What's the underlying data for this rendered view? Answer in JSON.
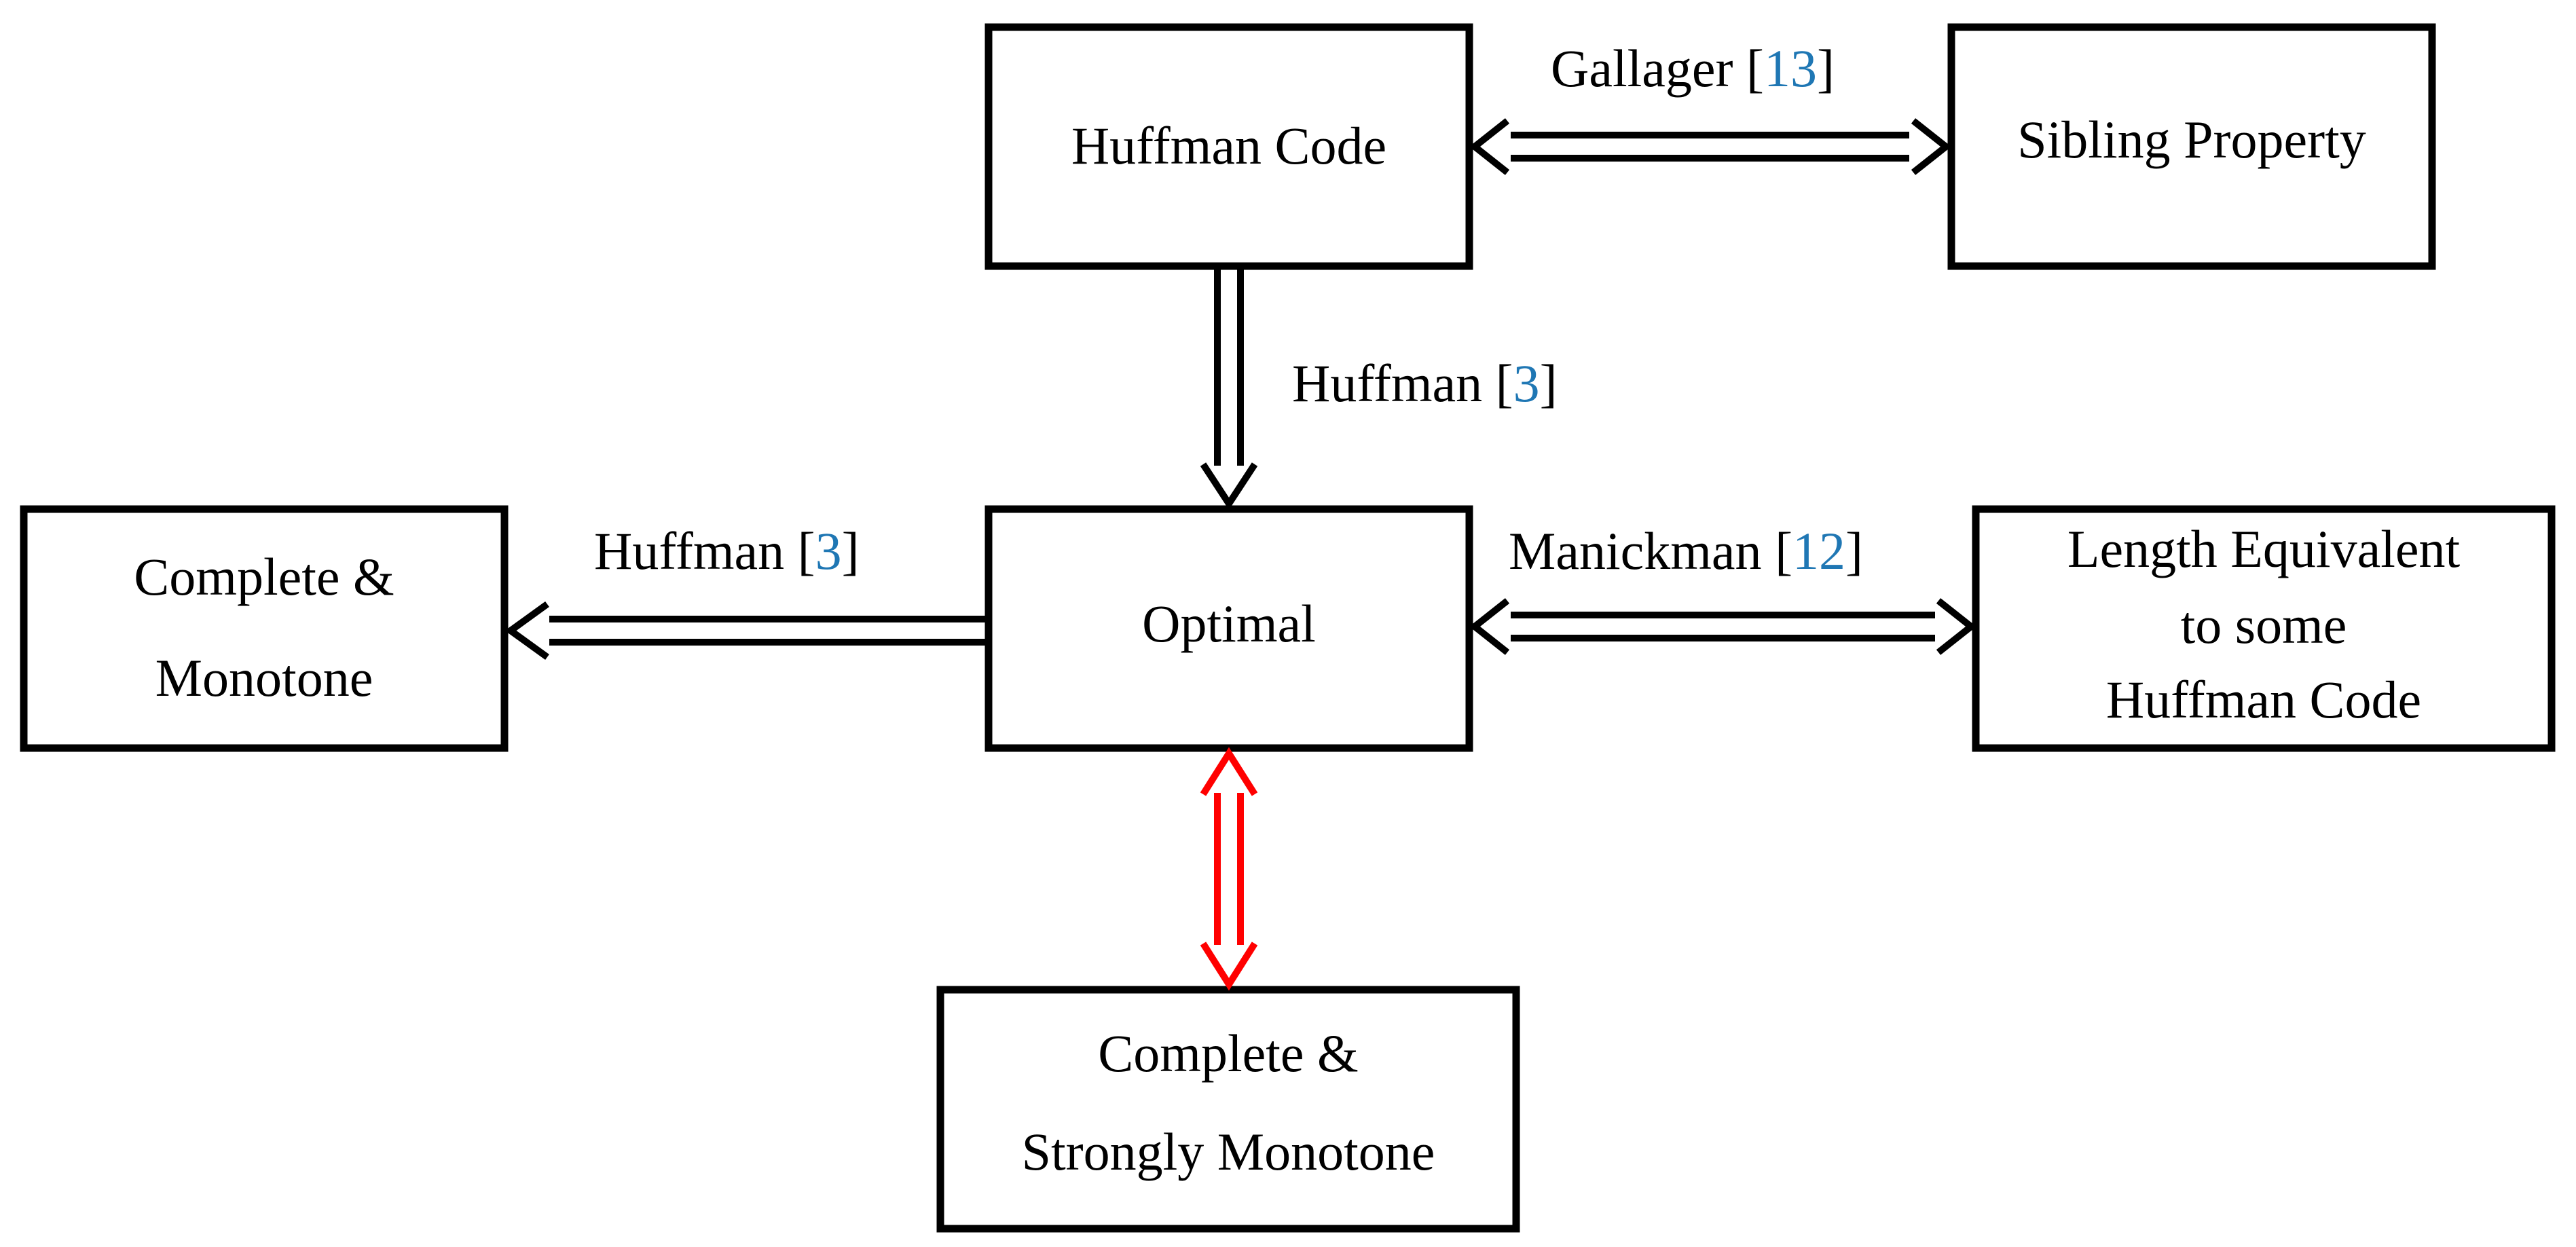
{
  "nodes": {
    "huffman_code": "Huffman Code",
    "sibling_property": "Sibling Property",
    "optimal": "Optimal",
    "complete_monotone": [
      "Complete &",
      "Monotone"
    ],
    "length_equivalent": [
      "Length Equivalent",
      "to some",
      "Huffman Code"
    ],
    "complete_strongly_monotone": [
      "Complete &",
      "Strongly Monotone"
    ]
  },
  "edges": {
    "gallager": {
      "author": "Gallager",
      "ref": "13",
      "direction": "bidirectional",
      "color": "#000000"
    },
    "huffman_down": {
      "author": "Huffman",
      "ref": "3",
      "direction": "one-way",
      "color": "#000000"
    },
    "huffman_left": {
      "author": "Huffman",
      "ref": "3",
      "direction": "one-way",
      "color": "#000000"
    },
    "manickman": {
      "author": "Manickman",
      "ref": "12",
      "direction": "bidirectional",
      "color": "#000000"
    },
    "strongly_monotone": {
      "direction": "bidirectional",
      "color": "#ff0000"
    }
  },
  "colors": {
    "citation": "#1f77b4",
    "new_result_arrow": "#ff0000",
    "default": "#000000"
  }
}
